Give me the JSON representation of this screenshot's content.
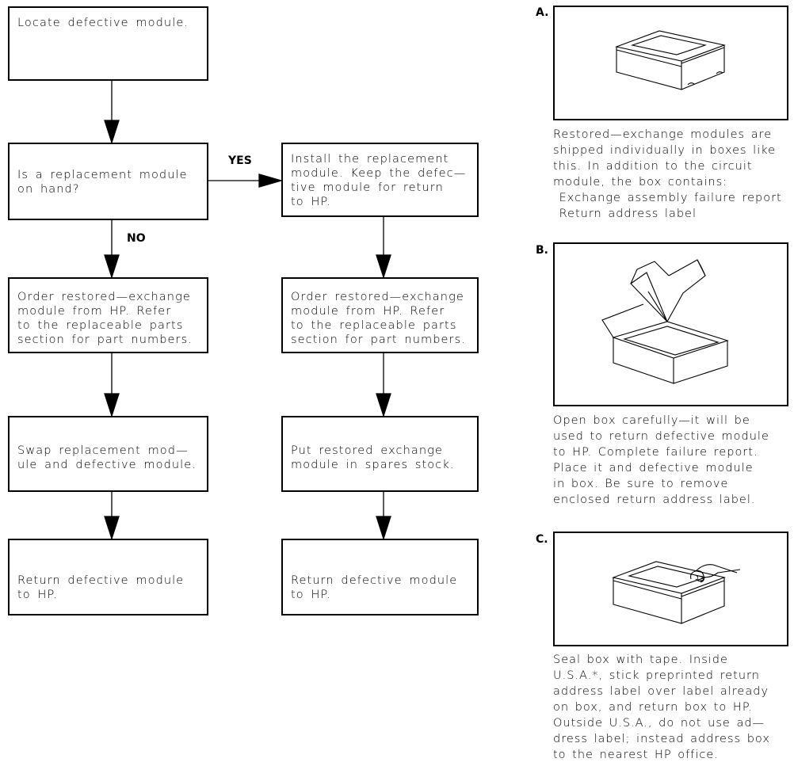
{
  "flow": {
    "locate": "Locate defective module.",
    "question": [
      "Is a replacement module",
      "on hand?"
    ],
    "yes_label": "YES",
    "no_label": "NO",
    "install": [
      "Install the replacement",
      "module. Keep the defec—",
      "tive module for return",
      "to HP."
    ],
    "order_left": [
      "Order restored—exchange",
      "module from HP. Refer",
      "to the replaceable parts",
      "section for part numbers."
    ],
    "order_right": [
      "Order restored—exchange",
      "module from HP. Refer",
      "to the replaceable parts",
      "section for part numbers."
    ],
    "swap": [
      "Swap replacement mod—",
      "ule and defective module."
    ],
    "spares": [
      "Put restored exchange",
      "module in spares stock."
    ],
    "return_left": [
      "Return defective module",
      "to HP."
    ],
    "return_right": [
      "Return defective module",
      "to HP."
    ]
  },
  "panels": {
    "a": {
      "label": "A.",
      "caption": [
        "Restored—exchange modules are",
        "shipped individually in boxes like",
        "this. In addition to the circuit",
        "module, the box contains:",
        " Exchange assembly failure report",
        " Return address label"
      ]
    },
    "b": {
      "label": "B.",
      "caption": [
        "Open box carefully—it will be",
        "used to return defective module",
        "to HP. Complete failure report.",
        "Place it and defective module",
        "in box. Be sure to remove",
        "enclosed return address label."
      ]
    },
    "c": {
      "label": "C.",
      "caption": [
        "Seal box with tape. Inside",
        "U.S.A.*, stick preprinted return",
        "address label over label already",
        "on box, and return box to HP.",
        "Outside U.S.A., do not use ad—",
        "dress label; instead address box",
        "to the nearest HP office."
      ]
    }
  }
}
